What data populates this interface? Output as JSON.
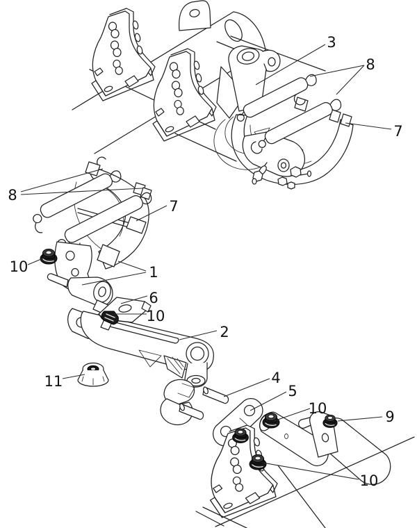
{
  "diagram": {
    "type": "exploded-parts-diagram",
    "background_color": "#ffffff",
    "line_color": "#222222",
    "dark_part_color": "#1b1b1b",
    "callouts": [
      {
        "label": "3"
      },
      {
        "label": "8"
      },
      {
        "label": "7"
      },
      {
        "label": "8"
      },
      {
        "label": "7"
      },
      {
        "label": "10"
      },
      {
        "label": "1"
      },
      {
        "label": "6"
      },
      {
        "label": "10"
      },
      {
        "label": "2"
      },
      {
        "label": "11"
      },
      {
        "label": "4"
      },
      {
        "label": "5"
      },
      {
        "label": "10"
      },
      {
        "label": "9"
      },
      {
        "label": "10"
      }
    ]
  }
}
